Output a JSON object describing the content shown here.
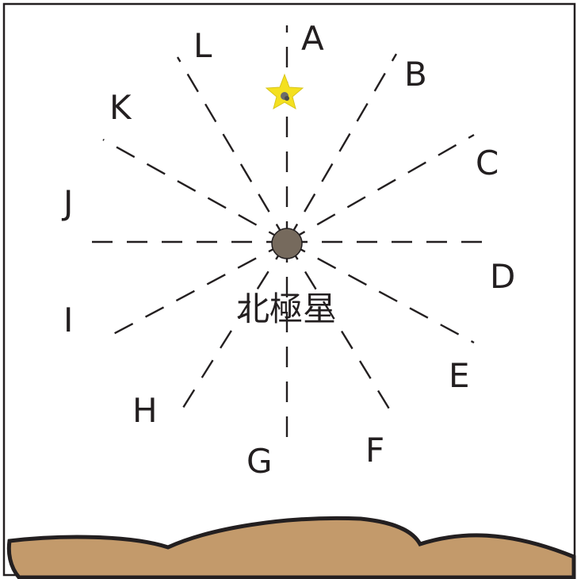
{
  "center_label": "北極星",
  "directions": [
    {
      "id": "A",
      "label": "A"
    },
    {
      "id": "B",
      "label": "B"
    },
    {
      "id": "C",
      "label": "C"
    },
    {
      "id": "D",
      "label": "D"
    },
    {
      "id": "E",
      "label": "E"
    },
    {
      "id": "F",
      "label": "F"
    },
    {
      "id": "G",
      "label": "G"
    },
    {
      "id": "H",
      "label": "H"
    },
    {
      "id": "I",
      "label": "I"
    },
    {
      "id": "J",
      "label": "J"
    },
    {
      "id": "K",
      "label": "K"
    },
    {
      "id": "L",
      "label": "L"
    }
  ],
  "colors": {
    "ink": "#231f20",
    "star_fill": "#f4e01f",
    "pole_star": "#766a5d",
    "ground": "#c39a6b"
  },
  "icons": {
    "star": "star-icon",
    "pole_star": "pole-star-icon"
  }
}
